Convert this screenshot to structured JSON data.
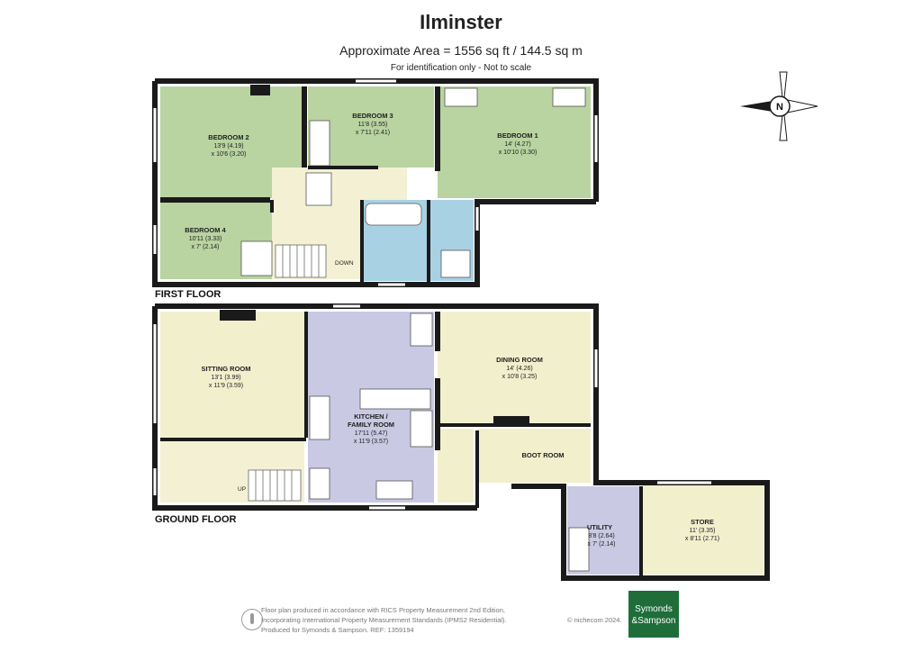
{
  "header": {
    "title": "Ilminster",
    "area": "Approximate Area = 1556 sq ft / 144.5 sq m",
    "note": "For identification only - Not to scale"
  },
  "compass": {
    "letter": "N"
  },
  "colors": {
    "bedroom": "#b9d3a1",
    "living": "#f2efcd",
    "kitchen": "#c9c9e3",
    "bathroom": "#a9d1e4",
    "hall": "#f4f0d4",
    "wall": "#1a1a1a",
    "logo": "#1f6e3a"
  },
  "first_floor": {
    "label": "FIRST FLOOR",
    "rooms": {
      "bedroom2": {
        "name": "BEDROOM 2",
        "dim1": "13'9 (4.19)",
        "dim2": "x 10'6 (3.20)"
      },
      "bedroom3": {
        "name": "BEDROOM 3",
        "dim1": "11'8 (3.55)",
        "dim2": "x 7'11 (2.41)"
      },
      "bedroom1": {
        "name": "BEDROOM 1",
        "dim1": "14' (4.27)",
        "dim2": "x 10'10 (3.30)"
      },
      "bedroom4": {
        "name": "BEDROOM 4",
        "dim1": "10'11 (3.33)",
        "dim2": "x 7' (2.14)"
      }
    },
    "stairs_label": "DOWN"
  },
  "ground_floor": {
    "label": "GROUND FLOOR",
    "rooms": {
      "sitting": {
        "name": "SITTING ROOM",
        "dim1": "13'1 (3.99)",
        "dim2": "x 11'9 (3.59)"
      },
      "kitchen": {
        "name1": "KITCHEN /",
        "name2": "FAMILY ROOM",
        "dim1": "17'11 (5.47)",
        "dim2": "x 11'9 (3.57)"
      },
      "dining": {
        "name": "DINING ROOM",
        "dim1": "14' (4.26)",
        "dim2": "x 10'8 (3.25)"
      },
      "boot": {
        "name": "BOOT ROOM"
      },
      "utility": {
        "name": "UTILITY",
        "dim1": "8'8 (2.64)",
        "dim2": "x 7' (2.14)"
      },
      "store": {
        "name": "STORE",
        "dim1": "11' (3.35)",
        "dim2": "x 8'11 (2.71)"
      }
    },
    "stairs_label": "UP"
  },
  "footer": {
    "line1": "Floor plan produced in accordance with RICS Property Measurement 2nd Edition,",
    "line2": "Incorporating International Property Measurement Standards (IPMS2 Residential).",
    "line3": "Produced for Symonds & Sampson.   REF:  1359194",
    "copyright": "© nichecom 2024.",
    "logo_line1": "Symonds",
    "logo_line2": "&Sampson"
  }
}
